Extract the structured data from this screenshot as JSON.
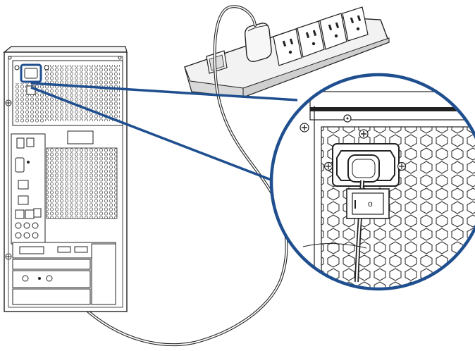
{
  "figure": {
    "background": "#ffffff",
    "accent": "#1f4f8f",
    "tower_color": "#ffffff",
    "line_color": "#222222",
    "strip_color": "#e6e6e6",
    "icons": [
      "desktop-tower",
      "power-strip",
      "power-cable",
      "ac-power-inlet",
      "power-switch",
      "magnifier-callout"
    ]
  },
  "callout": {
    "switch_symbol": "o"
  },
  "strip": {
    "outlet_count": 4
  }
}
